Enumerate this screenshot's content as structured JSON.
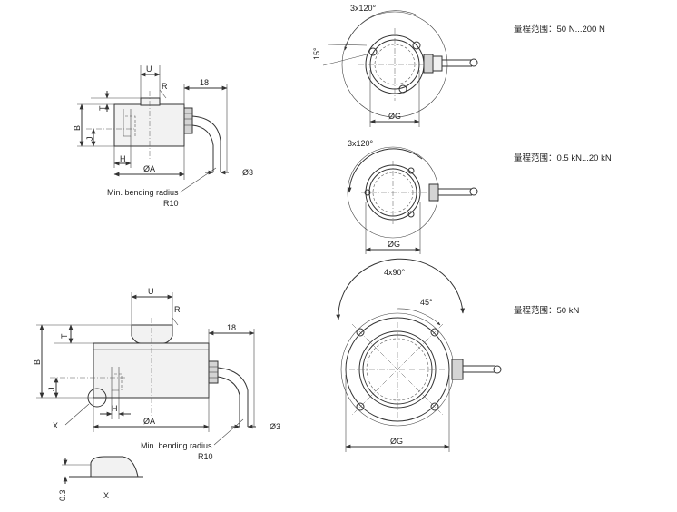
{
  "labels": {
    "u": "U",
    "r": "R",
    "t": "T",
    "b": "B",
    "j": "J",
    "h": "H",
    "x": "X",
    "dia_a": "ØA",
    "dia_3": "Ø3",
    "dia_g": "ØG",
    "dim_18": "18",
    "bend_radius_line1": "Min. bending radius",
    "bend_radius_line2": "R10",
    "angle_3x120": "3x120°",
    "angle_15": "15°",
    "angle_4x90": "4x90°",
    "angle_45": "45°",
    "detail_03": "0.3"
  },
  "ranges": {
    "range_1": "量程范围：50 N...200 N",
    "range_2": "量程范围：0.5 kN...20 kN",
    "range_3": "量程范围：50 kN"
  }
}
